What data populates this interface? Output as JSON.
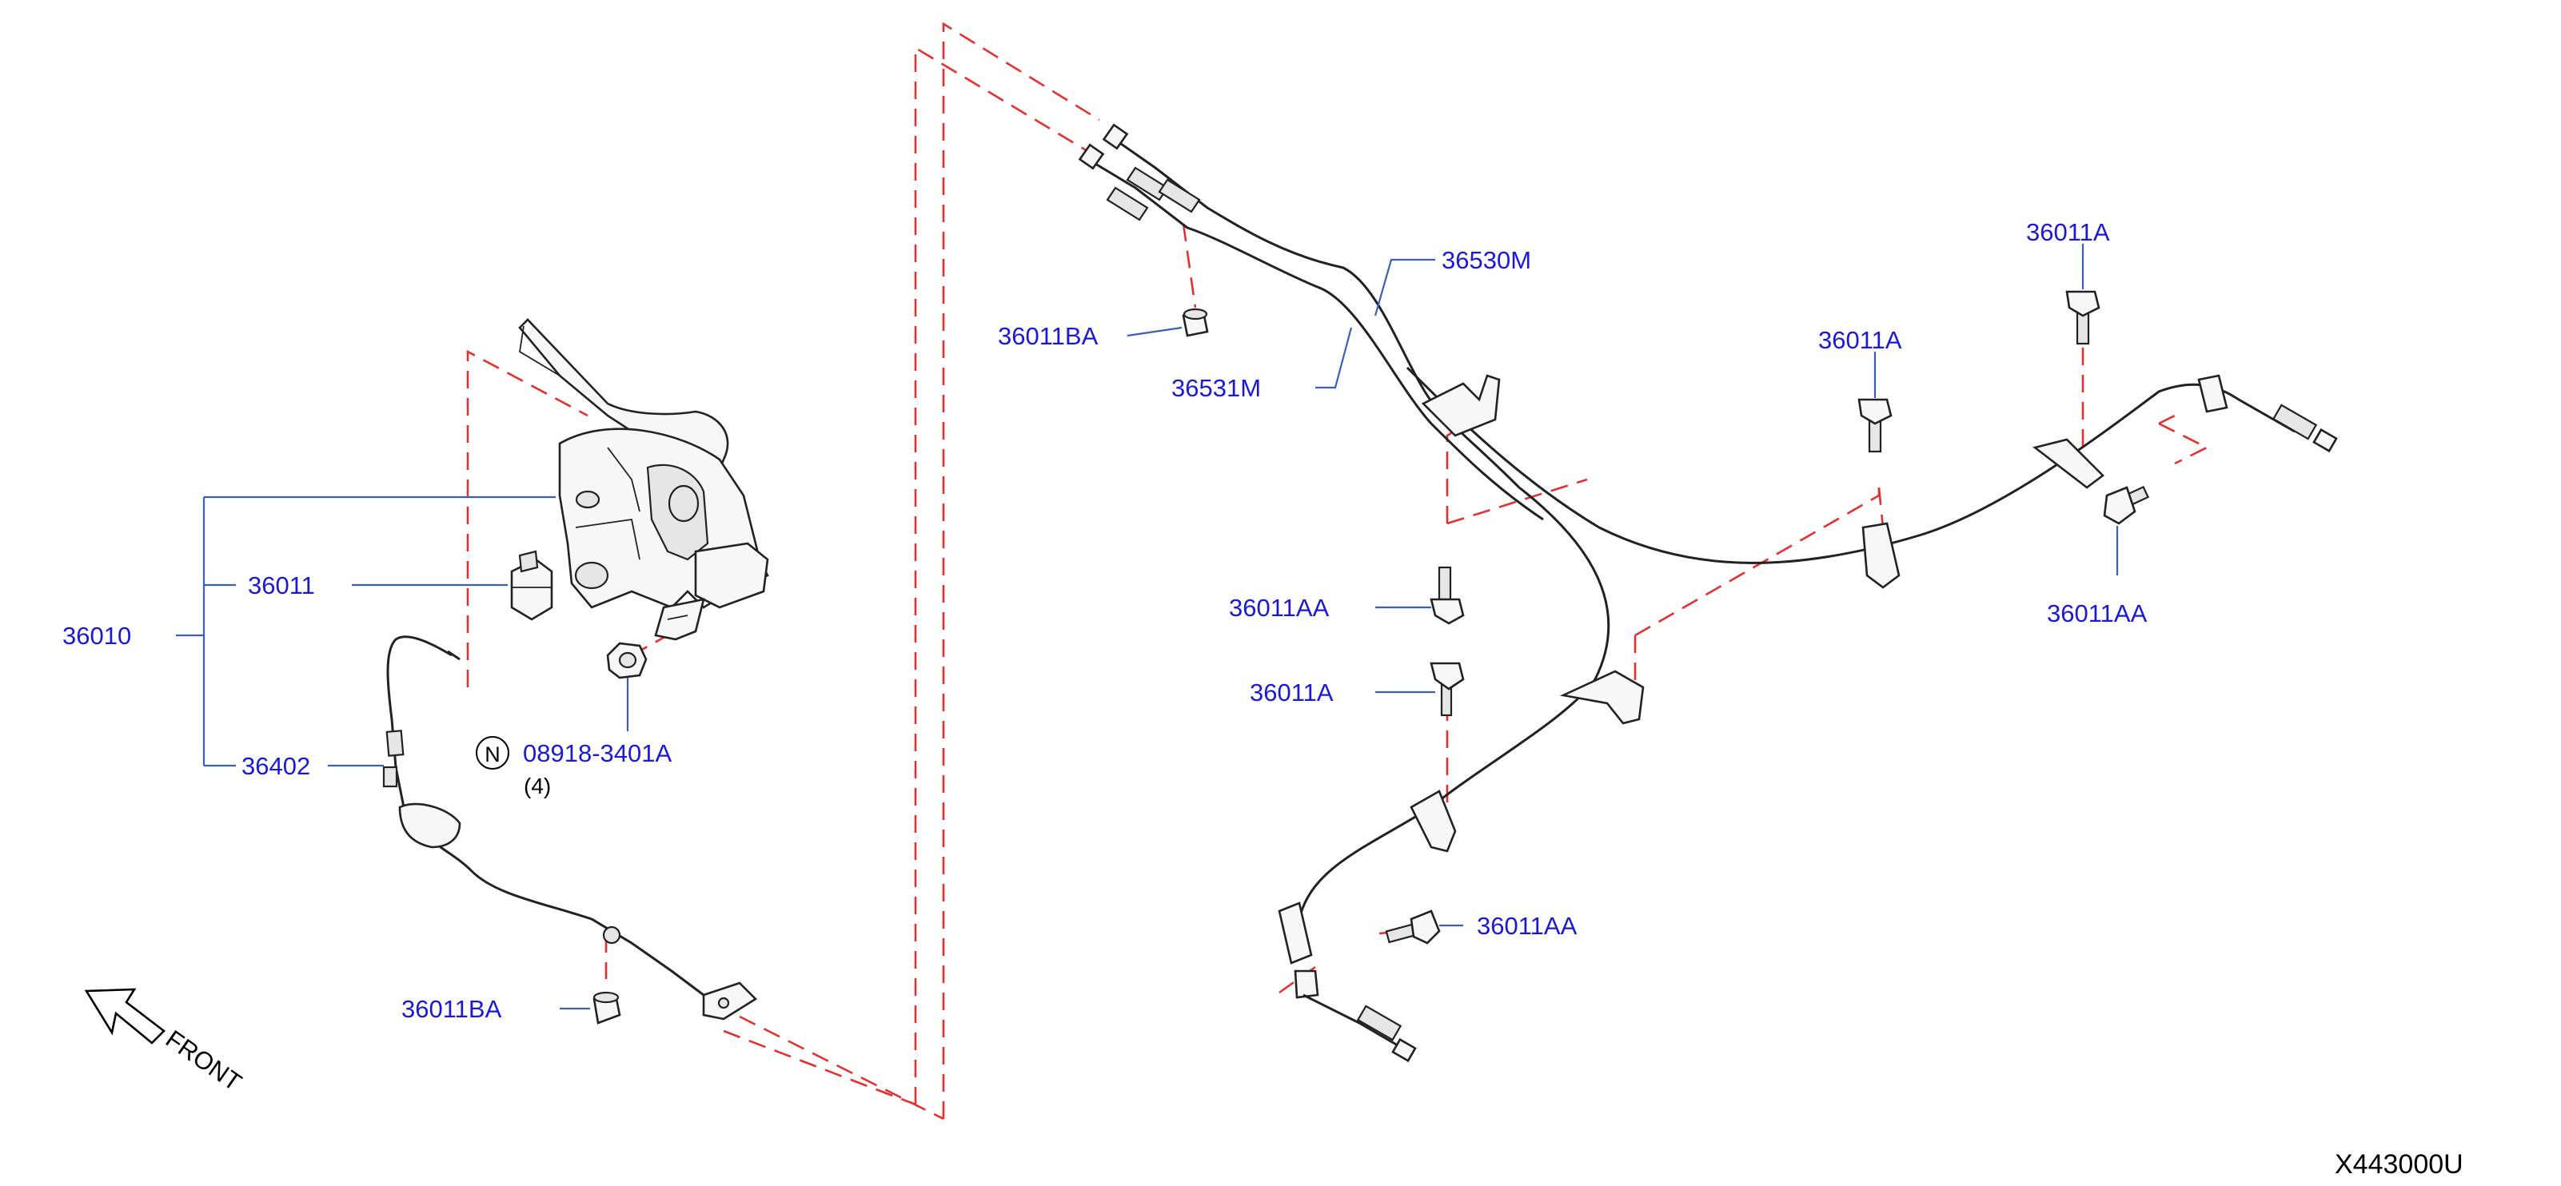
{
  "colors": {
    "callout_text": "#1a1ad6",
    "leader_line": "#3a5fb8",
    "phantom_line": "#e53030",
    "part_outline": "#222222"
  },
  "labels": {
    "assembly": "36010",
    "lever_bracket": "36011",
    "lever_cable": "36402",
    "nut_n": "08918-3401A",
    "nut_qty": "(4)",
    "nut_symbol": "N",
    "grommet_front": "36011BA",
    "grommet_rear": "36011BA",
    "cable_rh": "36530M",
    "cable_lh": "36531M",
    "bolt_a_center": "36011A",
    "bolt_a_upper": "36011A",
    "bolt_a_right": "36011A",
    "bolt_aa_left": "36011AA",
    "bolt_aa_right": "36011AA",
    "bolt_aa_lower": "36011AA"
  },
  "front_arrow": {
    "label": "FRONT",
    "icon": "front-direction-arrow-icon"
  },
  "diagram_code": "X443000U"
}
